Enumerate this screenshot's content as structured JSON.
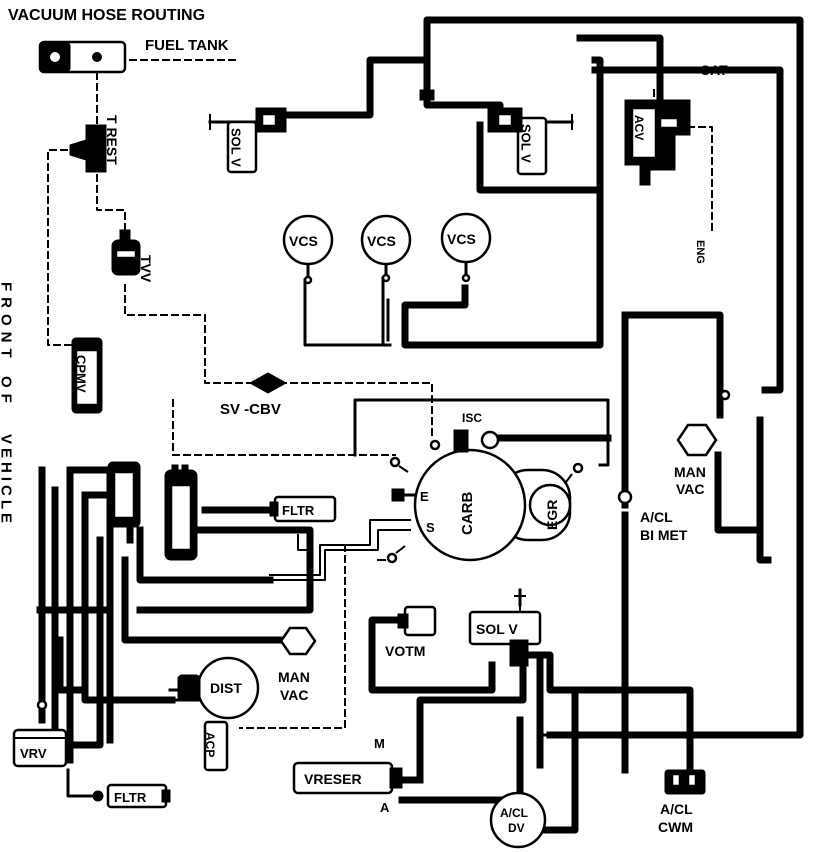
{
  "title": "VACUUM HOSE ROUTING",
  "side_label": [
    "FRONT",
    "OF",
    "VEHICLE"
  ],
  "components": {
    "fuel_tank": "FUEL TANK",
    "t_rest": "T REST",
    "tvv": "TVV",
    "cpmv": "CPMV",
    "sv_cbv": "SV -CBV",
    "sol_v_left": "SOL V",
    "sol_v_right": "SOL V",
    "sol_v_lower": "SOL V",
    "cat": "CAT",
    "acv": "ACV",
    "eng": "ENG",
    "vcs": [
      "VCS",
      "VCS",
      "VCS"
    ],
    "isc": "ISC",
    "carb": "CARB",
    "carb_port_e": "E",
    "carb_port_s": "S",
    "egr": "EGR",
    "man_vac_right": [
      "MAN",
      "VAC"
    ],
    "acl_bi_met": [
      "A/CL",
      "BI MET"
    ],
    "fltr_upper": "FLTR",
    "fltr_lower": "FLTR",
    "man_vac_left": [
      "MAN",
      "VAC"
    ],
    "dist": "DIST",
    "votm": "VOTM",
    "vrv": "VRV",
    "acp": "ACP",
    "vreser": "VRESER",
    "vreser_m": "M",
    "vreser_a": "A",
    "acl_dv": [
      "A/CL",
      "DV"
    ],
    "acl_cwm": [
      "A/CL",
      "CWM"
    ]
  }
}
